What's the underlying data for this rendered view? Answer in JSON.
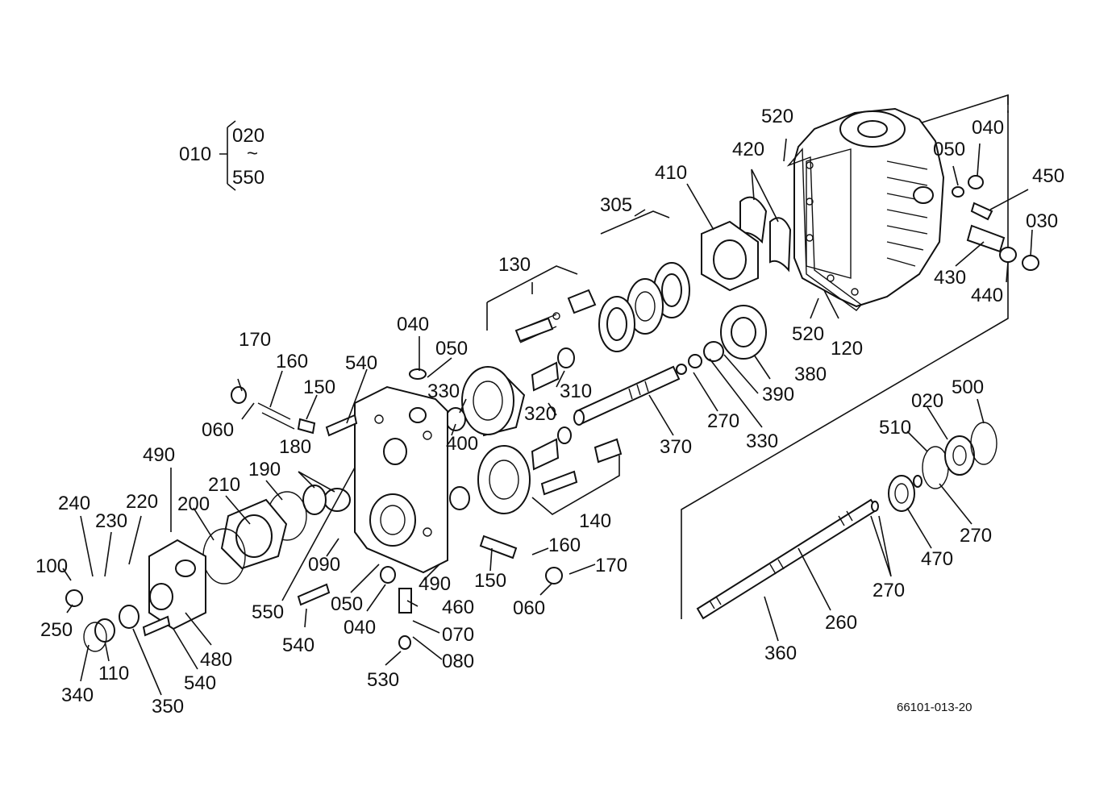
{
  "diagram": {
    "drawing_number": "66101-013-20",
    "group_ref": {
      "parent": "010",
      "range_start": "020",
      "range_end": "550",
      "range_mark": "~"
    },
    "callouts": [
      "520",
      "420",
      "410",
      "305",
      "130",
      "040",
      "050",
      "450",
      "030",
      "430",
      "440",
      "120",
      "390",
      "380",
      "270",
      "330",
      "370",
      "310",
      "320",
      "400",
      "170",
      "160",
      "150",
      "540",
      "060",
      "180",
      "190",
      "210",
      "200",
      "220",
      "230",
      "240",
      "100",
      "250",
      "340",
      "110",
      "350",
      "480",
      "490",
      "550",
      "090",
      "460",
      "070",
      "080",
      "530",
      "140",
      "500",
      "020",
      "510",
      "470",
      "260",
      "360"
    ]
  }
}
